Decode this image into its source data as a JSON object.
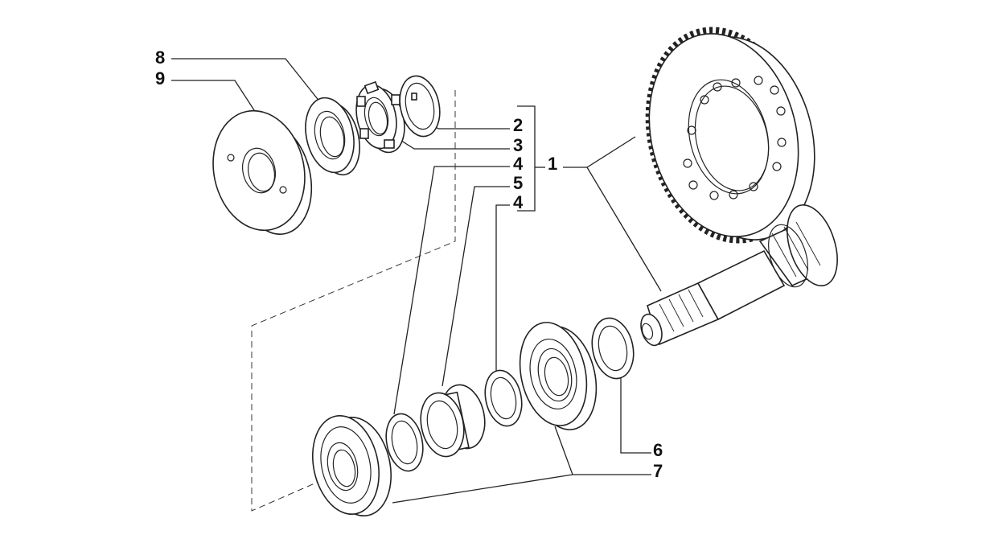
{
  "labels": {
    "l1": "1",
    "l2": "2",
    "l3": "3",
    "l4a": "4",
    "l5": "5",
    "l4b": "4",
    "l6": "6",
    "l7": "7",
    "l8": "8",
    "l9": "9"
  },
  "colors": {
    "line": "#222222",
    "background": "#ffffff"
  }
}
